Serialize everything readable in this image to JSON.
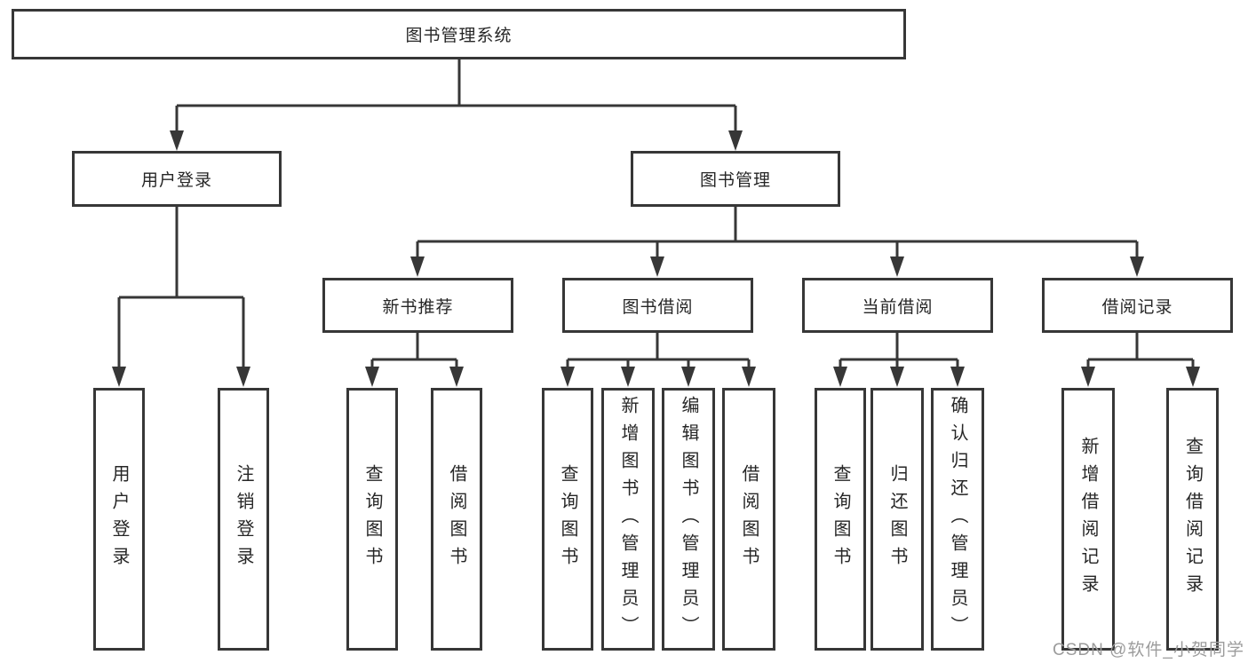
{
  "root_label": "图书管理系统",
  "branches": {
    "user_login": {
      "label": "用户登录",
      "children": [
        {
          "label": "用户登录"
        },
        {
          "label": "注销登录"
        }
      ]
    },
    "book_mgmt": {
      "label": "图书管理",
      "sections": [
        {
          "label": "新书推荐",
          "children": [
            {
              "label": "查询图书"
            },
            {
              "label": "借阅图书"
            }
          ]
        },
        {
          "label": "图书借阅",
          "children": [
            {
              "label": "查询图书"
            },
            {
              "label": "新增图书（管理员）"
            },
            {
              "label": "编辑图书（管理员）"
            },
            {
              "label": "借阅图书"
            }
          ]
        },
        {
          "label": "当前借阅",
          "children": [
            {
              "label": "查询图书"
            },
            {
              "label": "归还图书"
            },
            {
              "label": "确认归还（管理员）"
            }
          ]
        },
        {
          "label": "借阅记录",
          "children": [
            {
              "label": "新增借阅记录"
            },
            {
              "label": "查询借阅记录"
            }
          ]
        }
      ]
    }
  },
  "colors": {
    "line": "#373737",
    "text": "#262626",
    "watermark": "#9c9c9c"
  },
  "watermark": "CSDN @软件_小贺同学"
}
